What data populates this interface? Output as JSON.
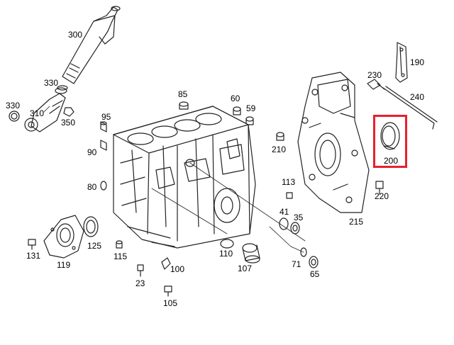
{
  "highlight_color": "#e8202e",
  "callouts": {
    "p300": "300",
    "p330a": "330",
    "p330b": "330",
    "p310": "310",
    "p350": "350",
    "p85": "85",
    "p60": "60",
    "p59": "59",
    "p95": "95",
    "p90": "90",
    "p80": "80",
    "p190": "190",
    "p230": "230",
    "p240": "240",
    "p200": "200",
    "p210": "210",
    "p113": "113",
    "p220": "220",
    "p215": "215",
    "p41": "41",
    "p35": "35",
    "p125": "125",
    "p131": "131",
    "p119": "119",
    "p115": "115",
    "p110": "110",
    "p107": "107",
    "p100": "100",
    "p23": "23",
    "p105": "105",
    "p71": "71",
    "p65": "65"
  }
}
